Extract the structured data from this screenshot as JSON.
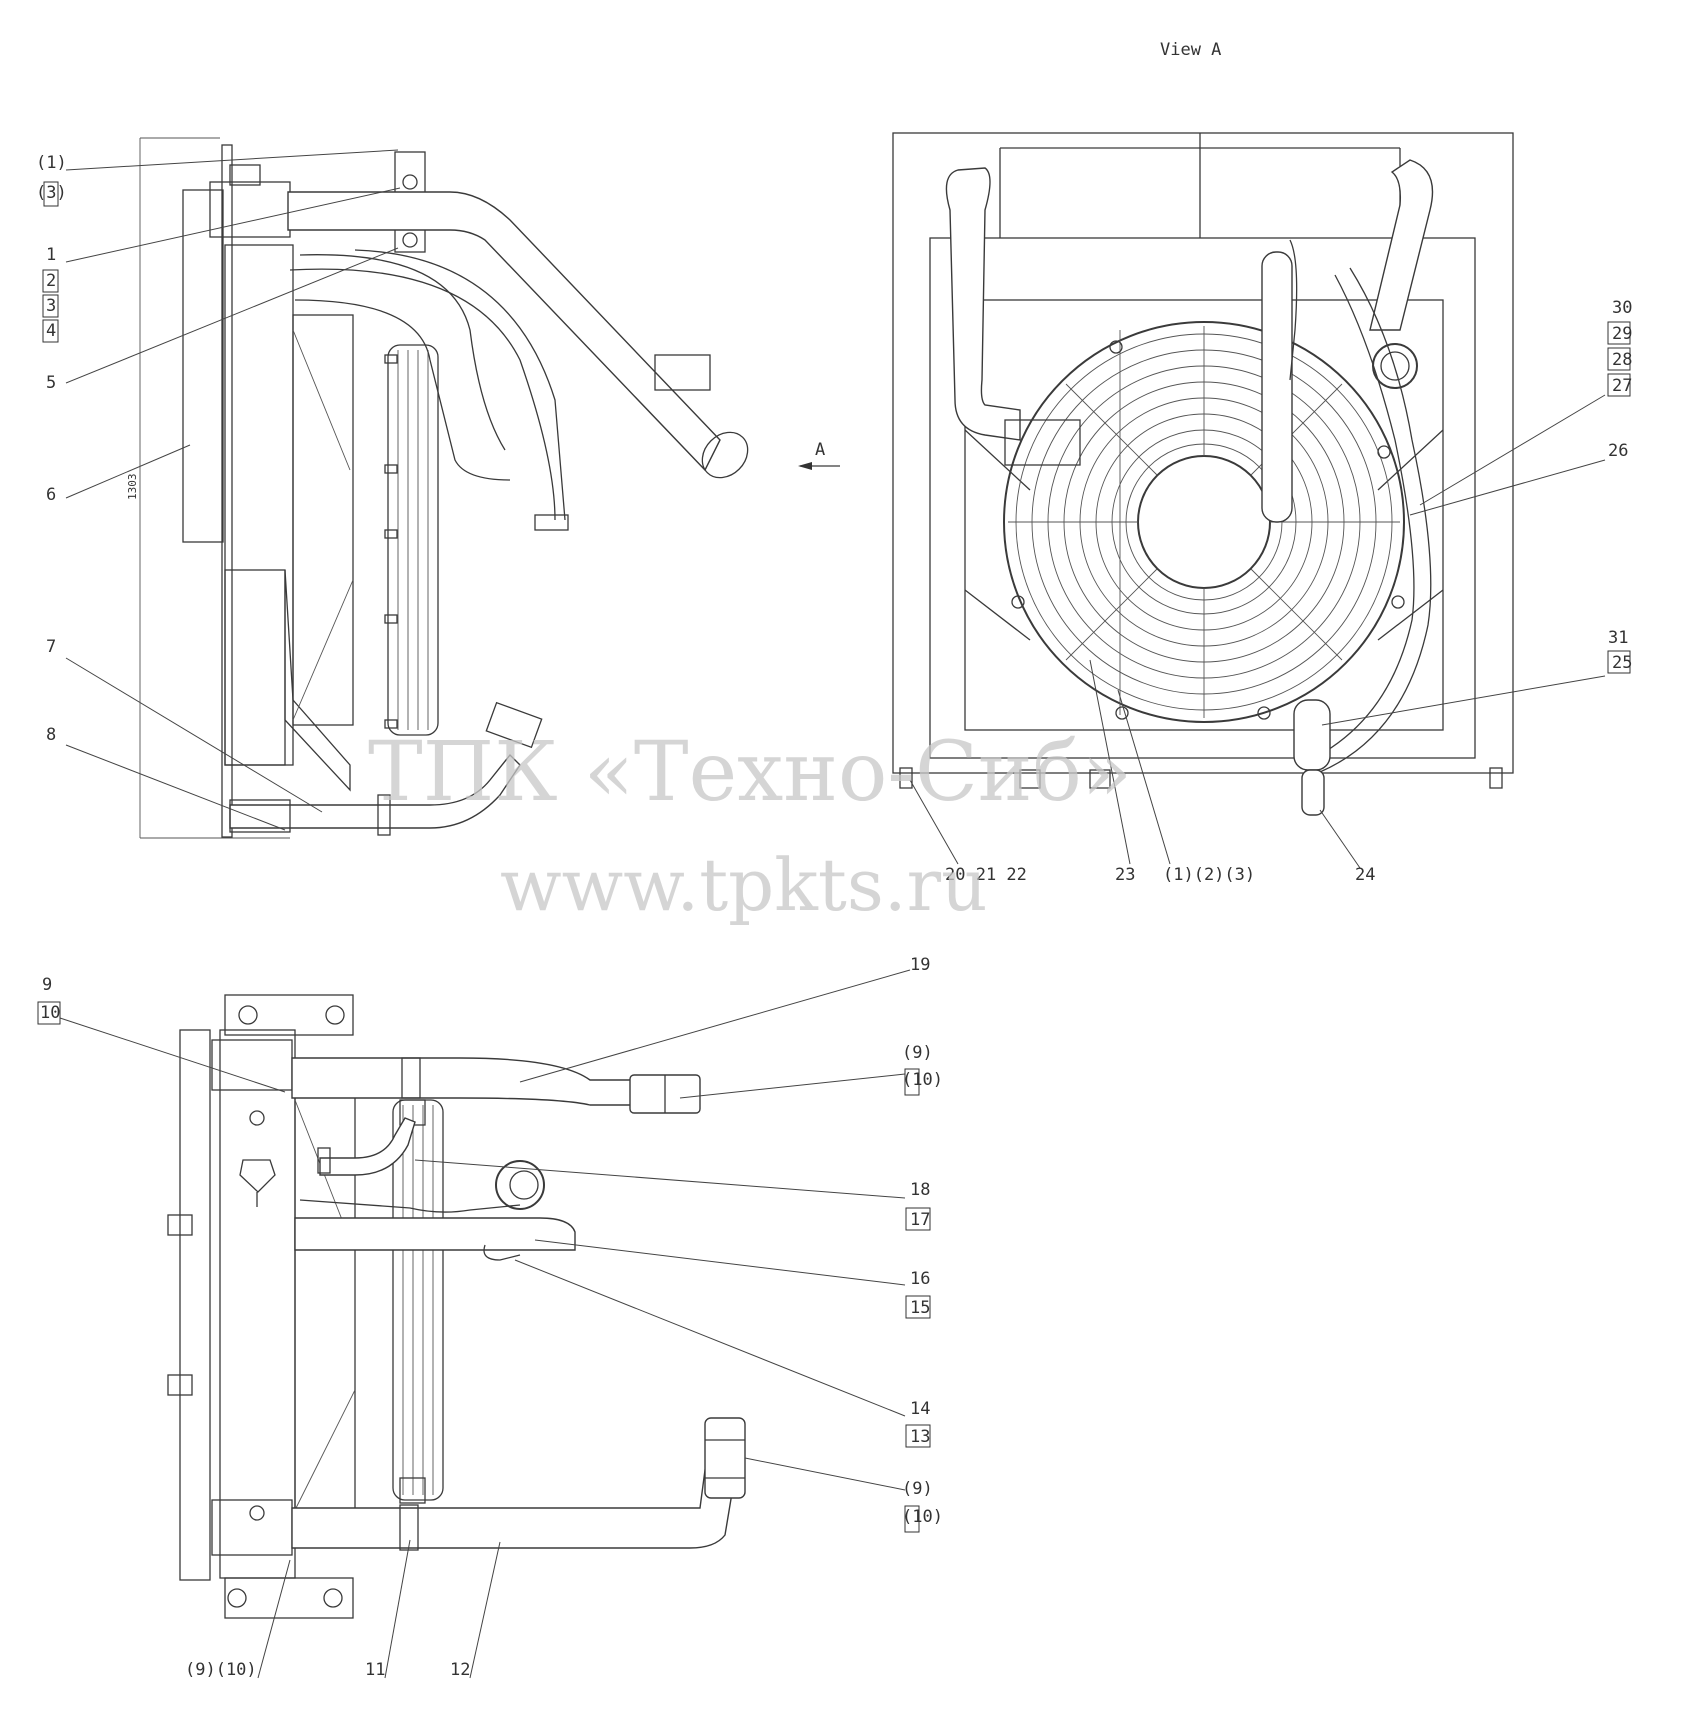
{
  "view_title": "View A",
  "view_arrow_label": "A",
  "dimension": "1303",
  "watermark": {
    "line1": "ТПК «Техно-Сиб»",
    "line2": "www.tpkts.ru"
  },
  "callouts": {
    "c_p1": "(1)",
    "c_p3": "(3)",
    "c_1": "1",
    "c_2": "2",
    "c_3": "3",
    "c_4": "4",
    "c_5": "5",
    "c_6": "6",
    "c_7": "7",
    "c_8": "8",
    "c_9": "9",
    "c_10": "10",
    "c_19": "19",
    "c_p9a": "(9)",
    "c_p10a": "(10)",
    "c_18": "18",
    "c_17": "17",
    "c_16": "16",
    "c_15": "15",
    "c_14": "14",
    "c_13": "13",
    "c_p9b": "(9)",
    "c_p10b": "(10)",
    "c_p9p10": "(9)(10)",
    "c_11": "11",
    "c_12": "12",
    "c_30": "30",
    "c_29": "29",
    "c_28": "28",
    "c_27": "27",
    "c_26": "26",
    "c_31": "31",
    "c_25": "25",
    "c_24": "24",
    "c_20_22": "20 21 22",
    "c_23": "23",
    "c_p1p2p3": "(1)(2)(3)"
  }
}
